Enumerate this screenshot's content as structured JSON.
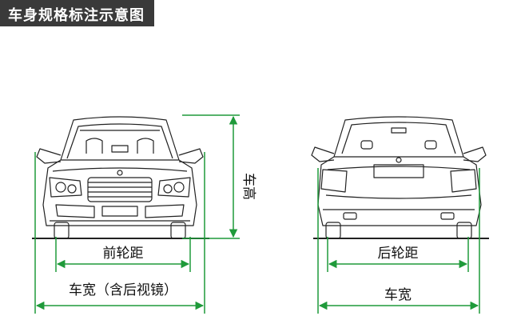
{
  "header": {
    "title": "车身规格标注示意图"
  },
  "labels": {
    "height": "车高",
    "front_track": "前轮距",
    "width_with_mirrors": "车宽（含后视镜）",
    "rear_track": "后轮距",
    "width": "车宽"
  },
  "colors": {
    "dimension_line": "#1f9a3a",
    "header_bg": "#3a3a3a",
    "car_line": "#222222"
  },
  "views": [
    "front-view",
    "rear-view"
  ]
}
